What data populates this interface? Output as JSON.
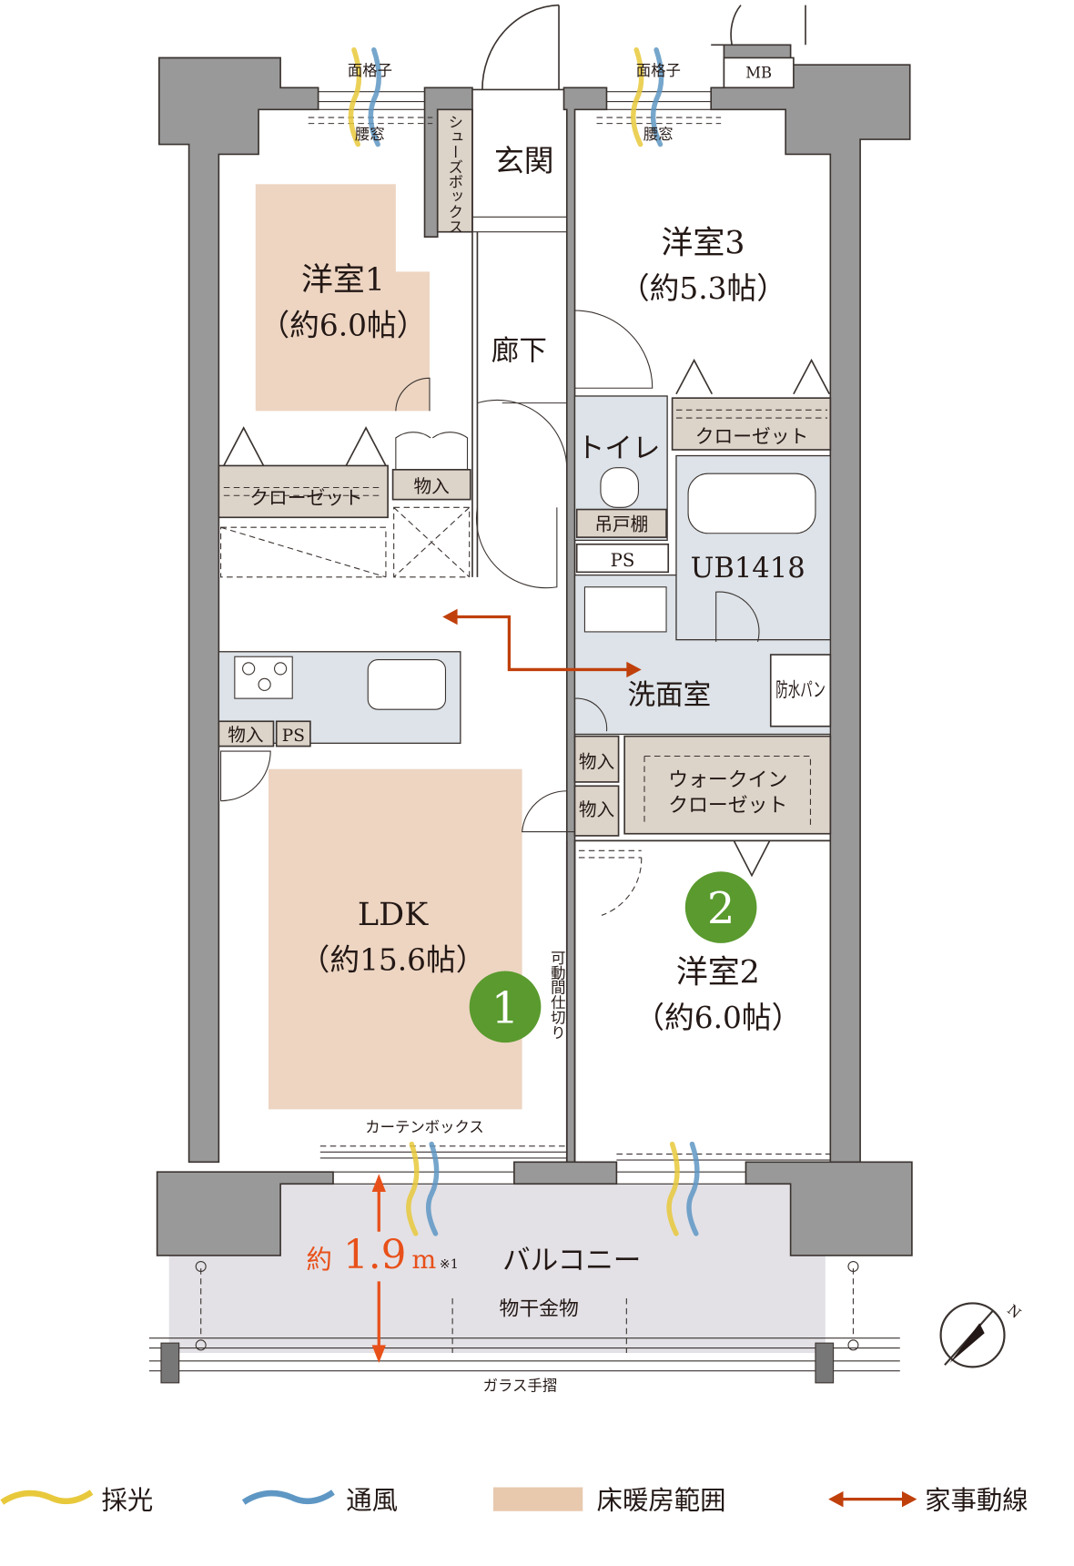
{
  "rooms": {
    "western1": {
      "name": "洋室1",
      "size": "（約6.0帖）"
    },
    "western2": {
      "name": "洋室2",
      "size": "（約6.0帖）"
    },
    "western3": {
      "name": "洋室3",
      "size": "（約5.3帖）"
    },
    "ldk": {
      "name": "LDK",
      "size": "（約15.6帖）"
    },
    "entrance": "玄関",
    "hallway": "廊下",
    "toilet": "トイレ",
    "washroom": "洗面室",
    "bath": "UB1418",
    "balcony": "バルコニー"
  },
  "labels": {
    "grille_left": "面格子",
    "grille_right": "面格子",
    "waist_window_left": "腰窓",
    "waist_window_right": "腰窓",
    "mb": "MB",
    "shoe_box": "シューズボックス",
    "closet_w1": "クローゼット",
    "closet_w3": "クローゼット",
    "storage_hall": "物入",
    "storage_kitchen": "物入",
    "ps_kitchen": "PS",
    "ps_wash": "PS",
    "hanging_shelf": "吊戸棚",
    "waterproof_pan": "防水パン",
    "storage_wash": "物入",
    "storage_ldk": "物入",
    "walk_in_closet": "ウォークイン\nクローゼット",
    "walk_in_closet_l1": "ウォークイン",
    "walk_in_closet_l2": "クローゼット",
    "movable_partition": "可動間仕切り",
    "curtain_box": "カーテンボックス",
    "drying_hardware": "物干金物",
    "glass_railing": "ガラス手摺",
    "balcony_depth_prefix": "約",
    "balcony_depth_value": "1.9",
    "balcony_depth_unit": "m",
    "balcony_depth_note": "※1",
    "compass_north": "N"
  },
  "markers": [
    {
      "number": "1"
    },
    {
      "number": "2"
    }
  ],
  "legend": [
    {
      "label": "採光",
      "icon": "light-wave-icon",
      "color": "#e8c93c"
    },
    {
      "label": "通風",
      "icon": "wind-wave-icon",
      "color": "#5f97c4"
    },
    {
      "label": "床暖房範囲",
      "icon": "floor-heating-swatch",
      "color": "#e8c9ae"
    },
    {
      "label": "家事動線",
      "icon": "double-arrow-icon",
      "color": "#c0400c"
    }
  ],
  "colors": {
    "wall": "#999999",
    "floor_heating": "#edd5c2",
    "storage": "#dcd3c9",
    "wet_area": "#dde3e8",
    "balcony": "#e3e1e6",
    "marker": "#5a9a2e",
    "housework_arrow": "#c0400c",
    "dimension": "#e8501a"
  }
}
